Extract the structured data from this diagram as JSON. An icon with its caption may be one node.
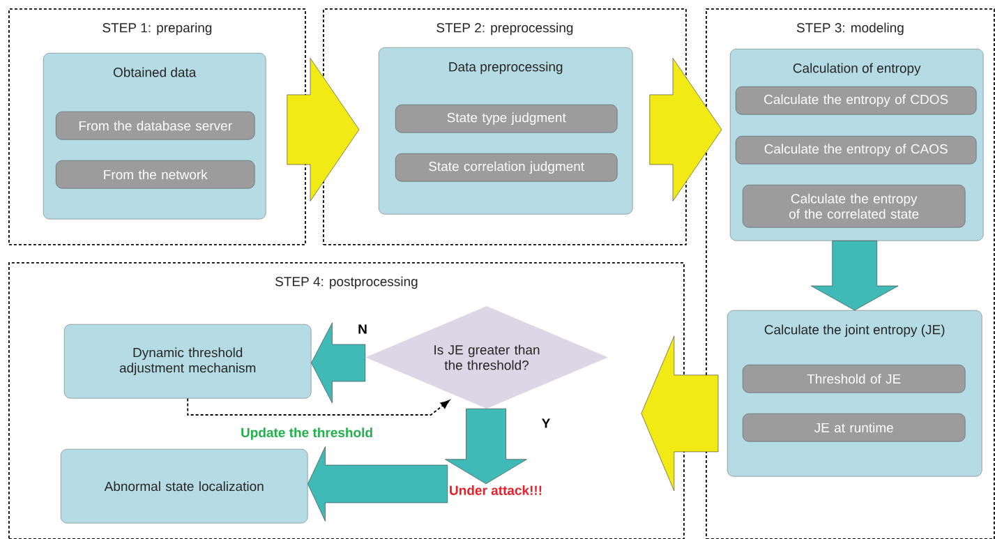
{
  "diagram": {
    "nodes": [
      {
        "text": [
          "STEP 1: preparing"
        ]
      },
      {
        "text": [
          "Obtained data"
        ],
        "in": 0
      },
      {
        "text": [
          "From the database server"
        ],
        "in": 1
      },
      {
        "text": [
          "From the network"
        ],
        "in": 1
      },
      {
        "text": [
          "STEP 2: preprocessing"
        ]
      },
      {
        "text": [
          "Data preprocessing"
        ],
        "in": 4
      },
      {
        "text": [
          "State type judgment"
        ],
        "in": 5
      },
      {
        "text": [
          "State correlation judgment"
        ],
        "in": 5
      },
      {
        "text": [
          "STEP 3: modeling"
        ]
      },
      {
        "text": [
          "Calculation of entropy"
        ],
        "in": 8
      },
      {
        "text": [
          "Calculate the entropy of CDOS"
        ],
        "in": 9
      },
      {
        "text": [
          "Calculate the entropy of CAOS"
        ],
        "in": 9
      },
      {
        "text": [
          "Calculate the entropy of the correlated state"
        ],
        "in": 9
      },
      {
        "text": [
          "Calculate the joint entropy (JE)"
        ],
        "in": 8
      },
      {
        "text": [
          "Threshold of JE"
        ],
        "in": 13
      },
      {
        "text": [
          "JE at runtime"
        ],
        "in": 13
      },
      {
        "text": [
          "STEP 4: postprocessing"
        ]
      },
      {
        "text": [
          "Dynamic threshold adjustment mechanism"
        ],
        "in": 16
      },
      {
        "text": [
          "Is JE greater than the threshold?"
        ],
        "in": 16
      },
      {
        "text": [
          "Abnormal state localization"
        ],
        "in": 16
      },
      {
        "text": [
          "Under attack!!!"
        ],
        "in": 16
      }
    ],
    "edges": [
      {
        "from": 0,
        "to": 4,
        "arrow": "to",
        "color": "#f2ea14"
      },
      {
        "from": 4,
        "to": 8,
        "arrow": "to",
        "color": "#f2ea14"
      },
      {
        "from": 9,
        "to": 13,
        "arrow": "to",
        "color": "#40bab6"
      },
      {
        "from": 8,
        "to": 16,
        "arrow": "to",
        "color": "#f2ea14"
      },
      {
        "from": 18,
        "to": 17,
        "arrow": "to",
        "label": "N",
        "color": "#40bab6"
      },
      {
        "from": 18,
        "to": 20,
        "arrow": "to",
        "label": "Y",
        "color": "#40bab6"
      },
      {
        "from": 20,
        "to": 19,
        "arrow": "to",
        "color": "#40bab6"
      },
      {
        "from": 17,
        "to": 18,
        "arrow": "to",
        "label": "Update the threshold",
        "style": "dashed",
        "color": "#000000"
      }
    ]
  }
}
